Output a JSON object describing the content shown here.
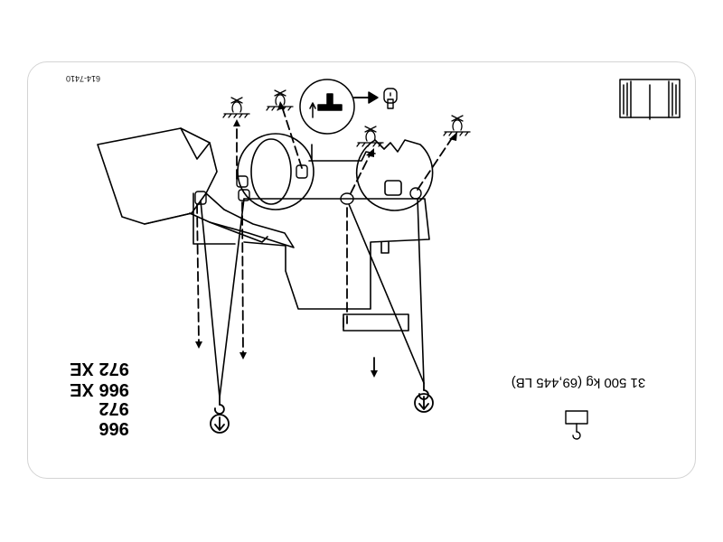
{
  "part_number": "614-7410",
  "models": [
    "966",
    "972",
    "966 XE",
    "972 XE"
  ],
  "weight": "31 500 kg (69,445 LB)",
  "icons": {
    "manual": "operator-manual-icon",
    "load": "load-weight-icon",
    "sling_hook": "sling-hook-icon",
    "tie_down": "tie-down-point-icon",
    "lock": "lock-icon"
  }
}
